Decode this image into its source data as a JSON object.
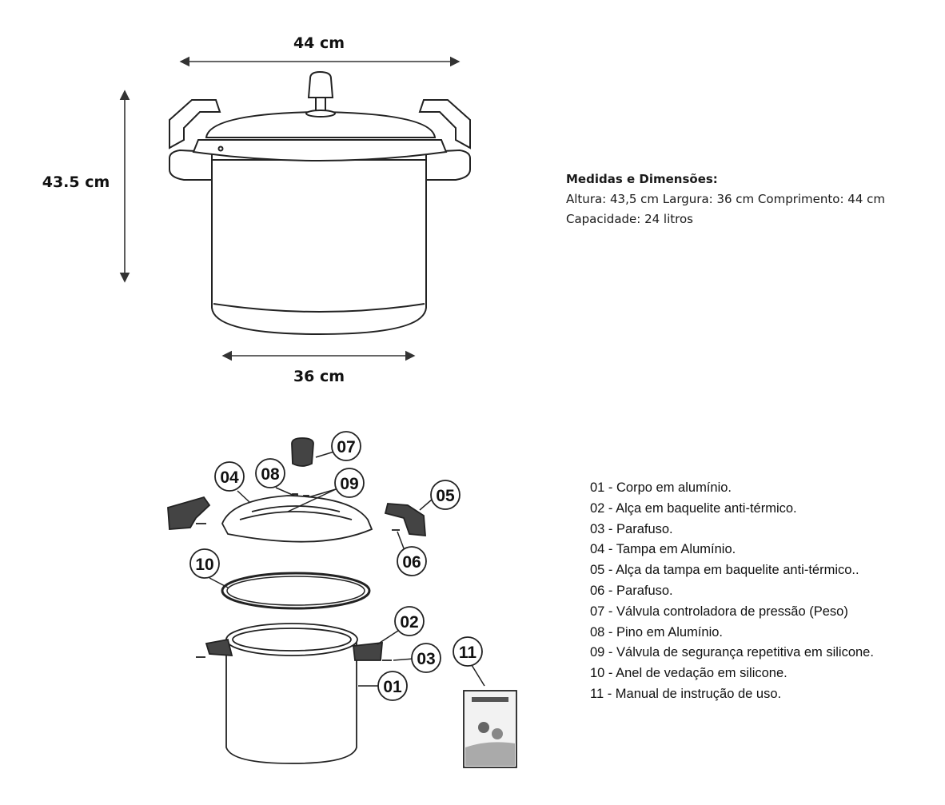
{
  "dimensions": {
    "width_top": "44 cm",
    "height": "43.5 cm",
    "width_base": "36 cm"
  },
  "specs": {
    "title": "Medidas e Dimensões:",
    "line1": "Altura: 43,5 cm Largura: 36 cm Comprimento: 44 cm",
    "line2": "Capacidade: 24 litros"
  },
  "callouts": {
    "c01": "01",
    "c02": "02",
    "c03": "03",
    "c04": "04",
    "c05": "05",
    "c06": "06",
    "c07": "07",
    "c08": "08",
    "c09": "09",
    "c10": "10",
    "c11": "11"
  },
  "parts": [
    "01 - Corpo em alumínio.",
    "02 - Alça em baquelite anti-térmico.",
    "03 - Parafuso.",
    "04 - Tampa em Alumínio.",
    "05 - Alça da tampa em baquelite anti-térmico..",
    "06 - Parafuso.",
    "07 - Válvula controladora de pressão (Peso)",
    "08 - Pino em Alumínio.",
    "09 - Válvula de segurança repetitiva em silicone.",
    "10 - Anel de vedação em silicone.",
    "11 - Manual de instrução de uso."
  ]
}
